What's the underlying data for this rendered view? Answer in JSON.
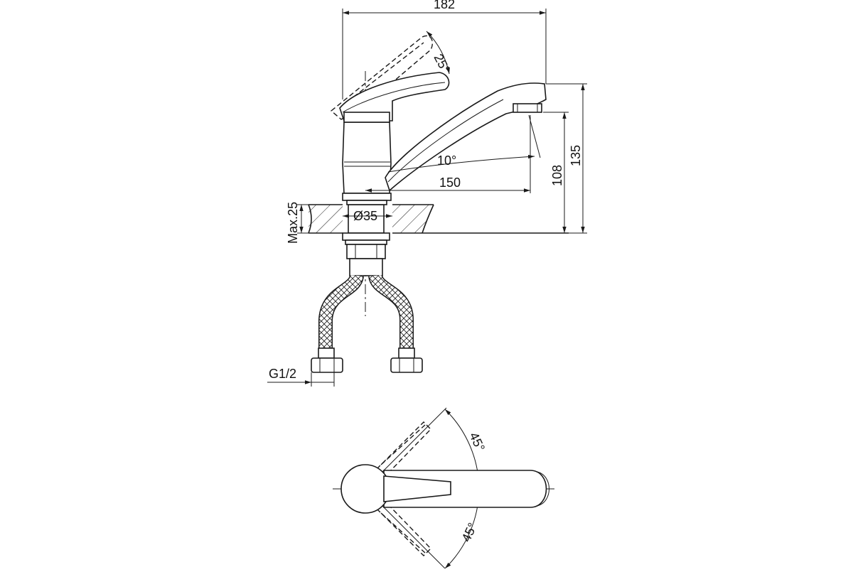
{
  "dimensions": {
    "overall_width": "182",
    "lever_angle": "25°",
    "spout_angle": "10°",
    "spout_reach": "150",
    "height_aerator": "108",
    "height_total": "135",
    "body_diameter": "Ø35",
    "max_counter": "Max.25",
    "thread": "G1/2",
    "swivel_top": "45°",
    "swivel_bottom": "45°"
  }
}
